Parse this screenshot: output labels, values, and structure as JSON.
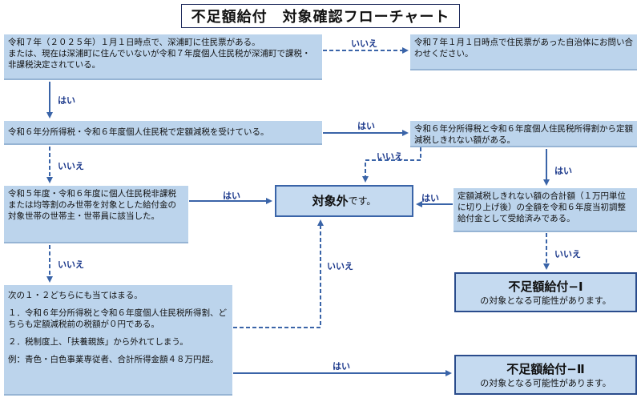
{
  "title": "不足額給付　対象確認フローチャート",
  "boxes": {
    "q1": "令和７年（２０２５年）１月１日時点で、深浦町に住民票がある。\nまたは、現在は深浦町に住んでいないが令和７年度個人住民税が深浦町で課税・非課税決定されている。",
    "contact": "令和７年１月１日時点で住民票があった自治体にお問い合わせください。",
    "q2": "令和６年分所得税・令和６年度個人住民税で定額減税を受けている。",
    "q3": "令和６年分所得税と令和６年度個人住民税所得割から定額減税しきれない額がある。",
    "q4": "令和５年度・令和６年度に個人住民税非課税または均等割のみ世帯を対象とした給付金の対象世帯の世帯主・世帯員に該当した。",
    "target_out_strong": "対象外",
    "target_out_rest": "です。",
    "q5": "定額減税しきれない額の合計額（１万円単位に切り上げ後）の全額を令和６年度当初調整給付金として受給済みである。",
    "q6_intro": "次の１・２どちらにも当てはまる。",
    "q6_item1": "１．令和６年分所得税と令和６年度個人住民税所得割、どちらも定額減税前の税額が０円である。",
    "q6_item2": "２．税制度上、「扶養親族」から外れてしまう。",
    "q6_example": "例：青色・白色事業専従者、合計所得金額４８万円超。",
    "result1_title": "不足額給付−Ⅰ",
    "result1_sub": "の対象となる可能性があります。",
    "result2_title": "不足額給付−Ⅱ",
    "result2_sub": "の対象となる可能性があります。"
  },
  "labels": {
    "yes": "はい",
    "no": "いいえ"
  },
  "colors": {
    "box_fill": "#bcd4ec",
    "border": "#3a64a8",
    "arrow": "#3a64a8",
    "label": "#1d3a8c"
  }
}
